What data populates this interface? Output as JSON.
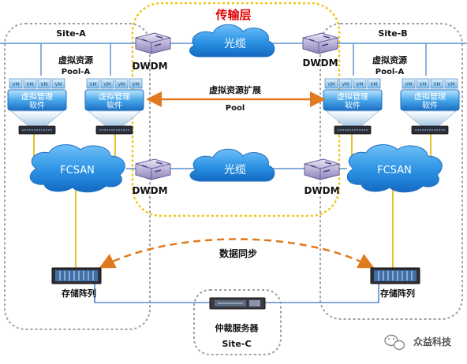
{
  "transport": {
    "title": "传输层",
    "title_color": "#e00000"
  },
  "site_a": {
    "name": "Site-A",
    "pool_name": "虚拟资源",
    "pool_sub": "Pool-A"
  },
  "site_b": {
    "name": "Site-B",
    "pool_name": "虚拟资源",
    "pool_sub": "Pool-A"
  },
  "site_c": {
    "name": "Site-C",
    "arbiter": "仲裁服务器"
  },
  "vm_label": "VM",
  "hypervisor": {
    "line1": "虚拟管理",
    "line2": "软件"
  },
  "fiber": {
    "top": "光缆",
    "bottom": "光缆"
  },
  "dwdm": {
    "label": "DWDM"
  },
  "fcsan": {
    "label": "FCSAN"
  },
  "extend": {
    "line1": "虚拟资源扩展",
    "line2": "Pool"
  },
  "storage": {
    "label": "存储阵列"
  },
  "sync": {
    "label": "数据同步"
  },
  "brand": {
    "name": "众益科技"
  },
  "colors": {
    "dashed_box": "#9a9a9a",
    "transport_box": "#f2c51a",
    "blue_line": "#5a8fd0",
    "cloud": "#1a7fd6",
    "cloud_light": "#7ec3f3",
    "orange_arrow": "#e07a20",
    "yellow_line": "#e8c22a",
    "server_blue": "#2e6fb8"
  }
}
